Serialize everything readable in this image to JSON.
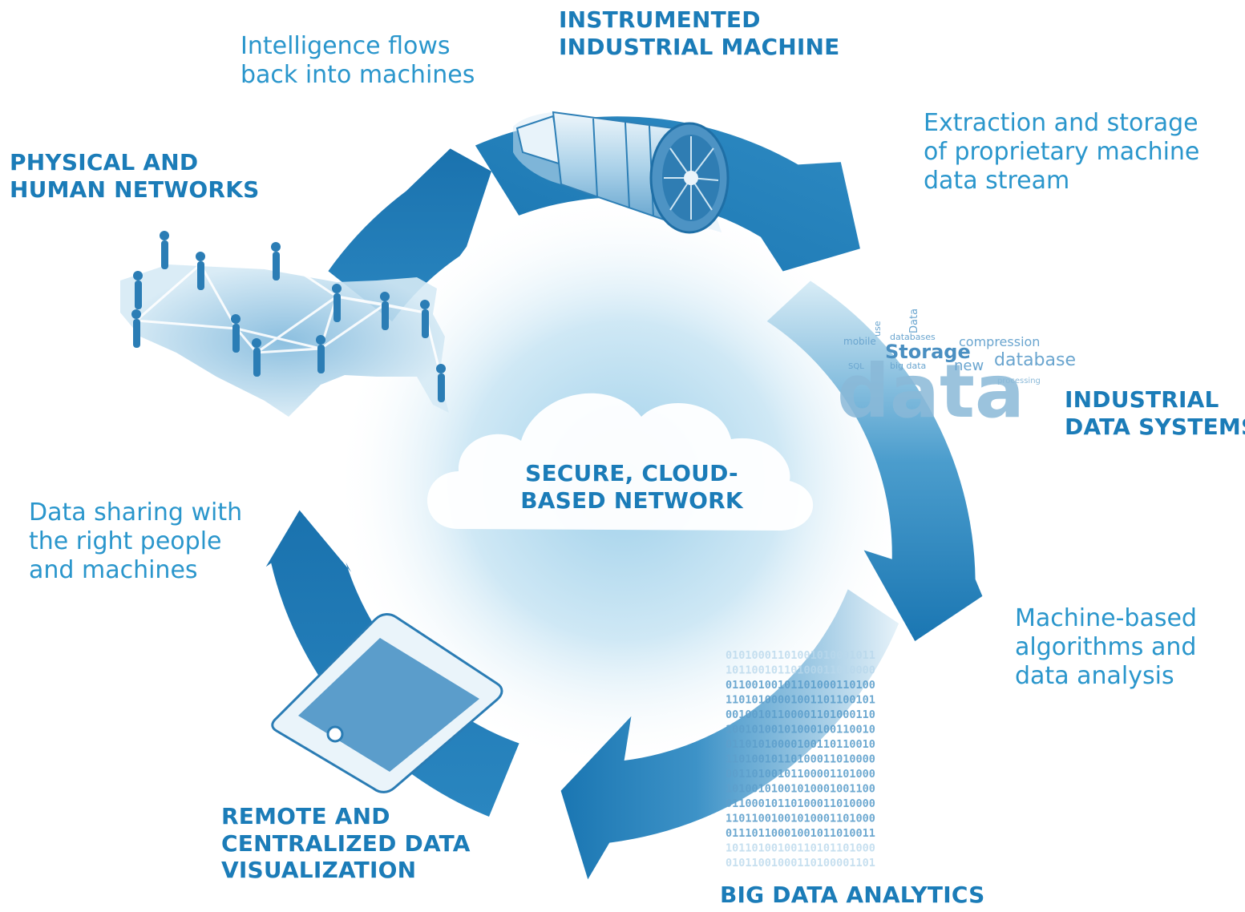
{
  "cloud": {
    "line1": "SECURE, CLOUD-",
    "line2": "BASED NETWORK"
  },
  "nodes": {
    "instrumented_machine": {
      "line1": "INSTRUMENTED",
      "line2": "INDUSTRIAL MACHINE"
    },
    "industrial_data_systems": {
      "line1": "INDUSTRIAL",
      "line2": "DATA SYSTEMS"
    },
    "big_data_analytics": {
      "line1": "BIG DATA ANALYTICS"
    },
    "remote_visualization": {
      "line1": "REMOTE AND",
      "line2": "CENTRALIZED DATA",
      "line3": "VISUALIZATION"
    },
    "physical_human_networks": {
      "line1": "PHYSICAL AND",
      "line2": "HUMAN NETWORKS"
    }
  },
  "flows": {
    "extraction": {
      "line1": "Extraction and storage",
      "line2": "of proprietary machine",
      "line3": "data stream"
    },
    "algorithms": {
      "line1": "Machine-based",
      "line2": "algorithms and",
      "line3": "data analysis"
    },
    "sharing": {
      "line1": "Data sharing with",
      "line2": "the right people",
      "line3": "and machines"
    },
    "intelligence": {
      "line1": "Intelligence flows",
      "line2": "back into machines"
    }
  },
  "word_cloud": {
    "big": "data",
    "words": [
      "Storage",
      "database",
      "compression",
      "databases",
      "mobile",
      "big data",
      "new",
      "SQL",
      "processing",
      "Data",
      "use"
    ]
  },
  "binary_rows": [
    "01010001101001010001011",
    "10110010110100011010000",
    "01100100101101000110100",
    "11010100001001101100101",
    "00100101100001101000110",
    "10010100101000100110010",
    "01101010000100110110010",
    "11010010110100011010000",
    "00110100101100001101000",
    "10100101001010001001100",
    "01100010110100011010000",
    "11011001001010001101000",
    "01110110001001011010011",
    "10110100100110101101000",
    "01011001000110100001101"
  ],
  "colors": {
    "ring_dark": "#1b75b0",
    "ring_light": "#cfe6f3",
    "text_heading": "#1b7cb8",
    "text_desc": "#2a96cc",
    "cloud_fill": "#ffffff"
  }
}
